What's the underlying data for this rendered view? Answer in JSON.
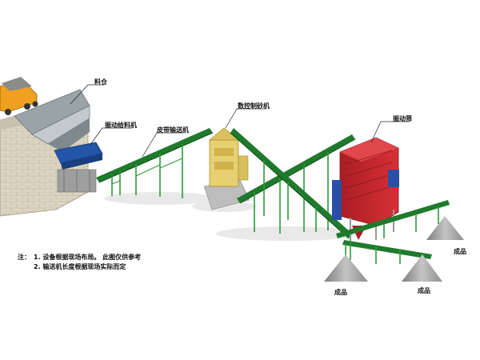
{
  "labels": {
    "silo": "料仓",
    "feeder": "振动给料机",
    "belt": "皮带输送机",
    "sand_maker": "数控制砂机",
    "screen": "振动筛",
    "product_right": "成品",
    "product_left": "成品",
    "product_center": "成品"
  },
  "notes": {
    "prefix": "注：",
    "line1": "1. 设备根据现场布局。 此图仅供参考",
    "line2": "2. 输送机长度根据现场实际而定"
  },
  "colors": {
    "conveyor": "#1f7a2c",
    "support": "#2c9a3a",
    "screen_red": "#c0262b",
    "screen_blue": "#2a4fa6",
    "sand_maker": "#e7cf72",
    "feeder_blue": "#2355a8",
    "wall": "#d9d2bf",
    "truck": "#f2a01a",
    "pile": "#a9a9a9"
  }
}
